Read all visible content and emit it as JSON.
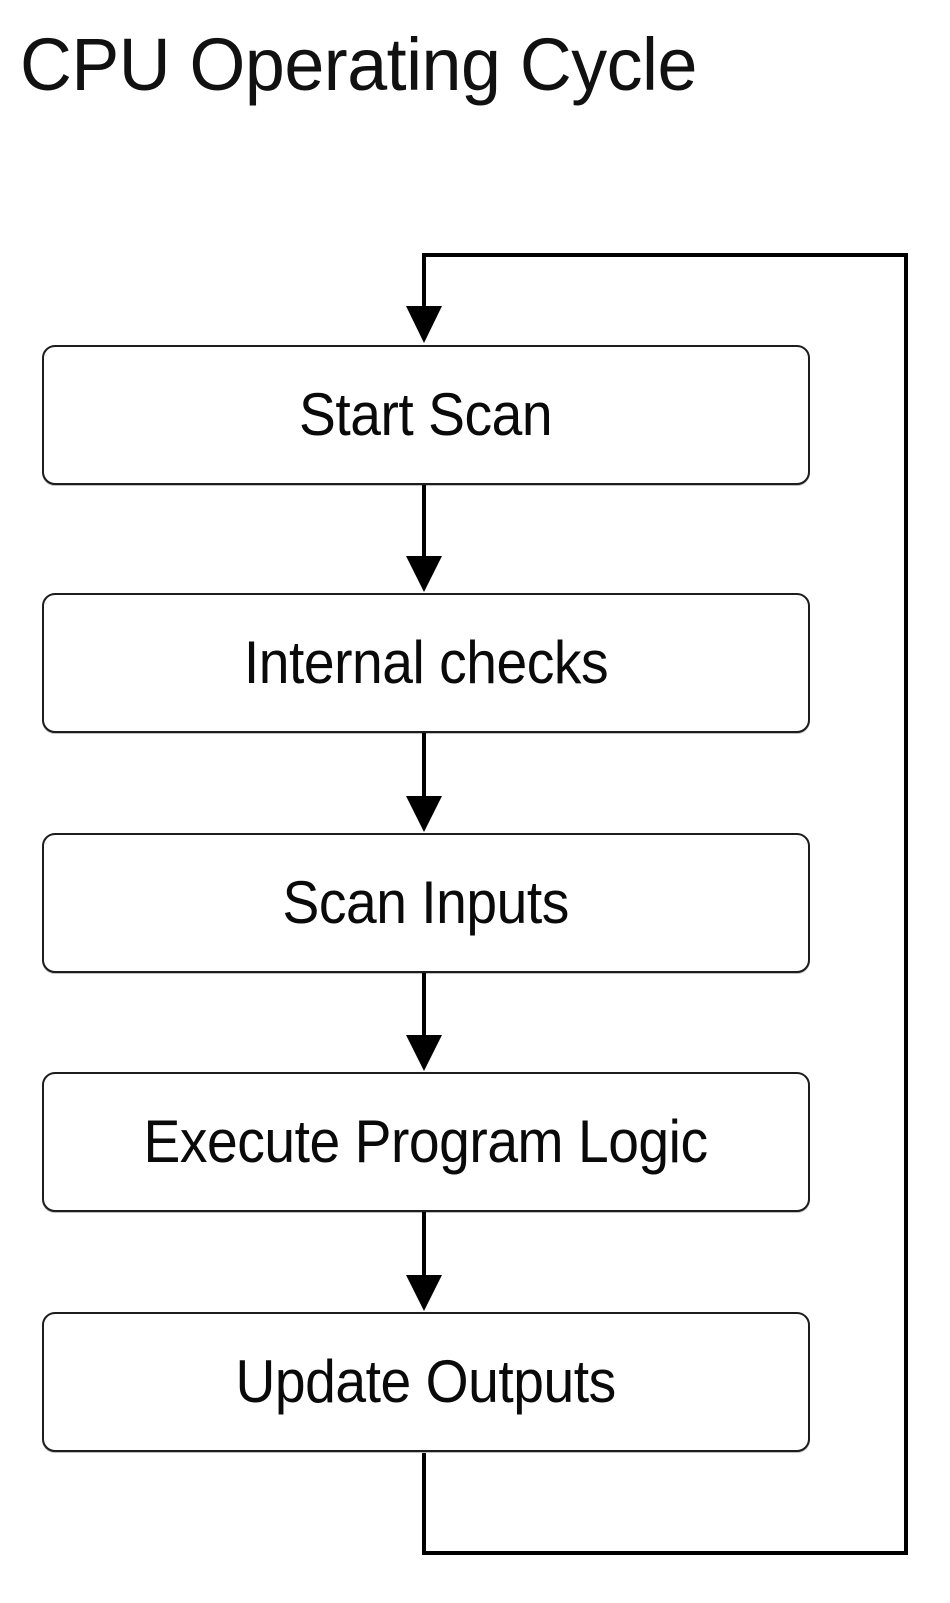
{
  "diagram": {
    "title": "CPU Operating Cycle",
    "type": "flowchart",
    "orientation": "vertical",
    "colors": {
      "background": "#ffffff",
      "box_fill": "#ffffff",
      "box_border": "#1d1d1d",
      "connector": "#000000",
      "text": "#0a0a0a"
    },
    "nodes": [
      {
        "id": "start-scan",
        "label": "Start Scan",
        "order": 1
      },
      {
        "id": "internal-checks",
        "label": "Internal checks",
        "order": 2
      },
      {
        "id": "scan-inputs",
        "label": "Scan Inputs",
        "order": 3
      },
      {
        "id": "execute-program-logic",
        "label": "Execute Program Logic",
        "order": 4
      },
      {
        "id": "update-outputs",
        "label": "Update Outputs",
        "order": 5
      }
    ],
    "edges": [
      {
        "from": "start-scan",
        "to": "internal-checks",
        "kind": "arrow-down"
      },
      {
        "from": "internal-checks",
        "to": "scan-inputs",
        "kind": "arrow-down"
      },
      {
        "from": "scan-inputs",
        "to": "execute-program-logic",
        "kind": "arrow-down"
      },
      {
        "from": "execute-program-logic",
        "to": "update-outputs",
        "kind": "arrow-down"
      },
      {
        "from": "update-outputs",
        "to": "start-scan",
        "kind": "feedback-loop-right"
      }
    ]
  }
}
